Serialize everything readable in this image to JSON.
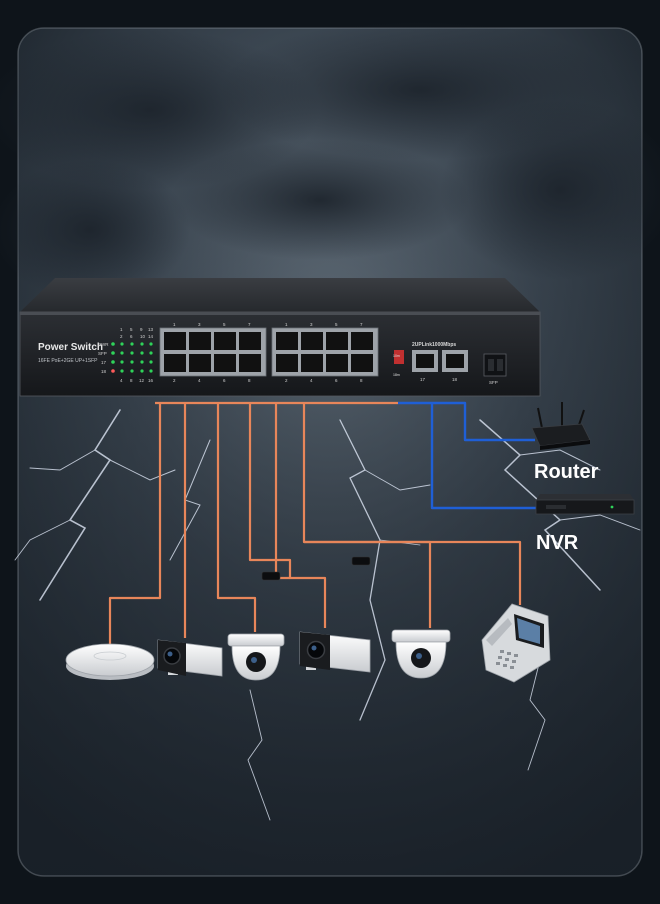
{
  "switch": {
    "brand_label": "Power Switch",
    "model_text": "16FE PoE+2GE UP+1SFP",
    "uplink_label": "2UPLink1000Mbps",
    "led_labels": [
      "PWR",
      "SFP",
      "17",
      "18"
    ],
    "led_top_numbers": [
      "1",
      "5",
      "9",
      "13",
      "2",
      "6",
      "10",
      "14"
    ],
    "led_bottom_numbers": [
      "4",
      "8",
      "12",
      "16"
    ],
    "port_top_numbers": [
      "1",
      "3",
      "5",
      "7",
      "1",
      "3",
      "5",
      "7"
    ],
    "port_bottom_numbers": [
      "2",
      "4",
      "6",
      "8",
      "2",
      "4",
      "6",
      "8"
    ],
    "uplink_port_numbers": [
      "17",
      "18"
    ],
    "sfp_label": "SFP",
    "console_labels": [
      "10m",
      "18m"
    ]
  },
  "devices": {
    "router_label": "Router",
    "nvr_label": "NVR"
  },
  "colors": {
    "poe_cable": "#e8865a",
    "uplink_cable": "#1f5fd6",
    "led_green": "#2fd35a",
    "label_white": "#ffffff"
  },
  "icons": [
    "switch-icon",
    "router-icon",
    "nvr-icon",
    "access-point-icon",
    "bullet-camera-icon",
    "dome-camera-icon",
    "ip-phone-icon",
    "surge-protector-icon",
    "lightning-icon"
  ]
}
